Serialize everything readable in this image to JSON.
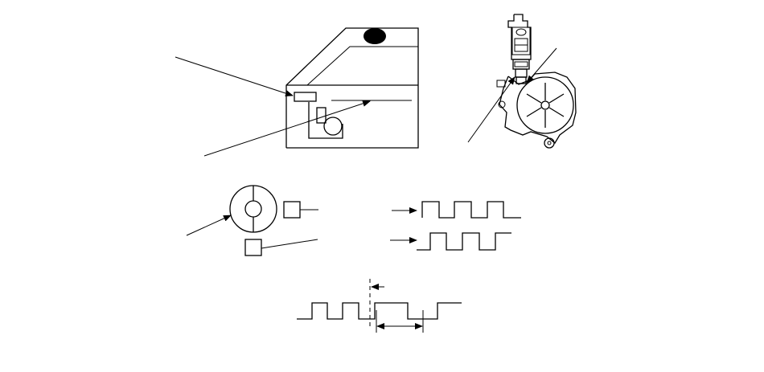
{
  "diagram": {
    "labels": [],
    "colors": {
      "stroke": "#000000",
      "fill": "#000000",
      "background": "#ffffff"
    },
    "parts": [
      "window-regulator-door-panel",
      "window-motor-assembly",
      "pulse-sensor-ring",
      "hall-sensor-a",
      "hall-sensor-b",
      "pulse-signal-a",
      "pulse-signal-b",
      "pulse-timing-signal"
    ]
  }
}
